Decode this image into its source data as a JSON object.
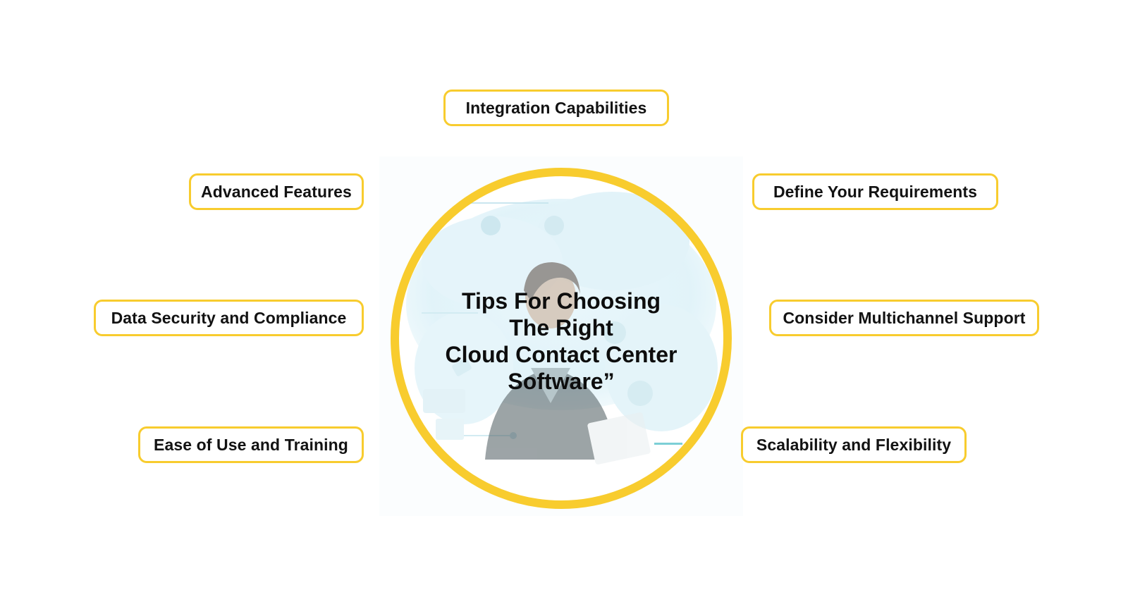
{
  "center": {
    "title_lines": [
      "Tips For Choosing",
      "The Right",
      "Cloud Contact Center",
      "Software”"
    ]
  },
  "tips": {
    "integration": "Integration Capabilities",
    "advanced": "Advanced Features",
    "define": "Define Your Requirements",
    "security": "Data Security and Compliance",
    "multichannel": "Consider Multichannel Support",
    "ease": "Ease of Use and Training",
    "scalability": "Scalability and Flexibility"
  },
  "colors": {
    "accent": "#f8cc2e",
    "text": "#121212",
    "background": "#ffffff",
    "illustration_tint": "#dcf1f8"
  }
}
